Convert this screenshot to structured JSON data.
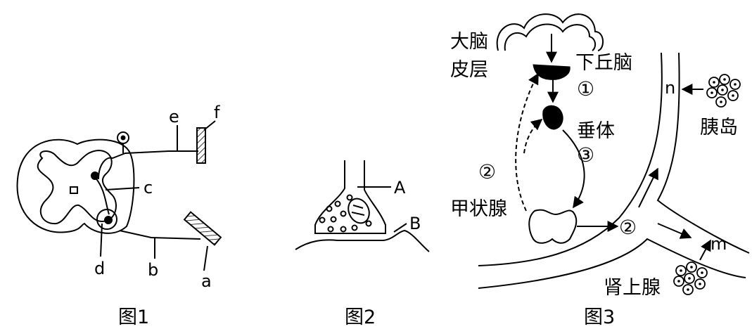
{
  "figure1": {
    "caption": "图1",
    "labels": {
      "a": "a",
      "b": "b",
      "c": "c",
      "d": "d",
      "e": "e",
      "f": "f"
    }
  },
  "figure2": {
    "caption": "图2",
    "labels": {
      "A": "A",
      "B": "B"
    }
  },
  "figure3": {
    "caption": "图3",
    "labels": {
      "cortex_line1": "大脑",
      "cortex_line2": "皮层",
      "hypothalamus": "下丘脑",
      "circle1": "①",
      "pituitary": "垂体",
      "circle3": "③",
      "circle2_left": "②",
      "thyroid": "甲状腺",
      "circle2_right": "②",
      "islets": "胰岛",
      "n": "n",
      "m": "m",
      "adrenal": "肾上腺"
    }
  }
}
